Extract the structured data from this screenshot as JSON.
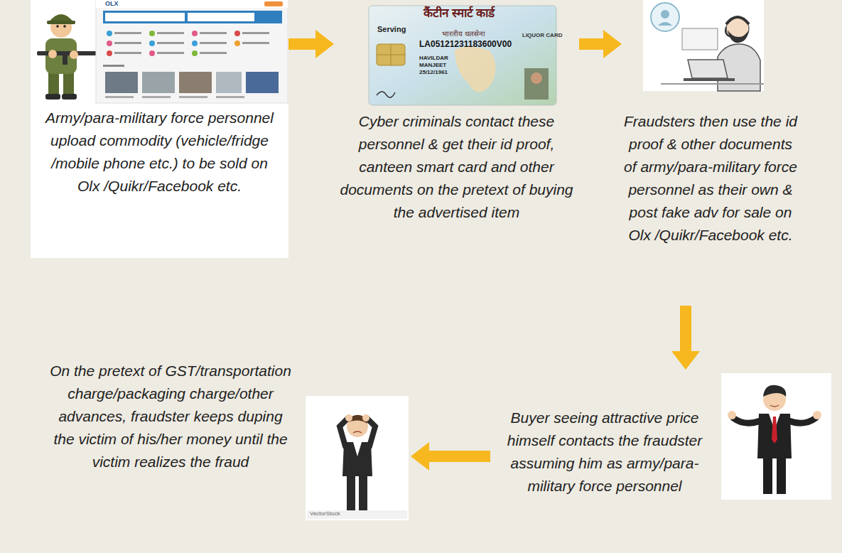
{
  "diagram": {
    "nodes": [
      {
        "text": [
          "Army/para-military force personnel upload commodity (vehicle/fridge /mobile phone etc.) to be sold on Olx /Quikr/Facebook etc."
        ]
      },
      {
        "text": [
          "Cyber criminals contact these personnel & get their id proof, canteen smart card and other documents on the pretext of buying the advertised item"
        ]
      },
      {
        "text": [
          "Fraudsters then use the id proof & other documents of army/para-military force personnel as their own & post fake adv for sale on Olx /Quikr/Facebook etc."
        ]
      },
      {
        "text": [
          "Buyer seeing attractive price himself contacts the fraudster assuming him as army/para-military force personnel"
        ]
      },
      {
        "text": [
          "On the pretext of GST/transportation charge/packaging charge/other advances, fraudster keeps duping the victim of his/her money until the victim realizes the fraud"
        ]
      }
    ],
    "edges": [
      {
        "from": 0,
        "to": 1,
        "arrow": "to"
      },
      {
        "from": 1,
        "to": 2,
        "arrow": "to"
      },
      {
        "from": 2,
        "to": 3,
        "arrow": "to"
      },
      {
        "from": 3,
        "to": 4,
        "arrow": "to"
      }
    ],
    "labels": [
      "OLX",
      "कैंटीन स्मार्ट कार्ड",
      "Serving",
      "भारतीय थलसेना",
      "LIQUOR CARD",
      "LA05121231183600V00",
      "HAVILDAR",
      "MANJEET",
      "25/12/1961",
      "VectorStock"
    ]
  }
}
